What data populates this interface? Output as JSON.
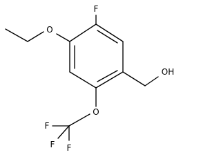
{
  "atoms": {
    "fluoro": "F",
    "ethoxy_oxygen": "O",
    "hydroxyl": "OH",
    "ether_oxygen": "O",
    "cf3_f_top": "F",
    "cf3_f_left": "F",
    "cf3_f_bottom": "F"
  }
}
